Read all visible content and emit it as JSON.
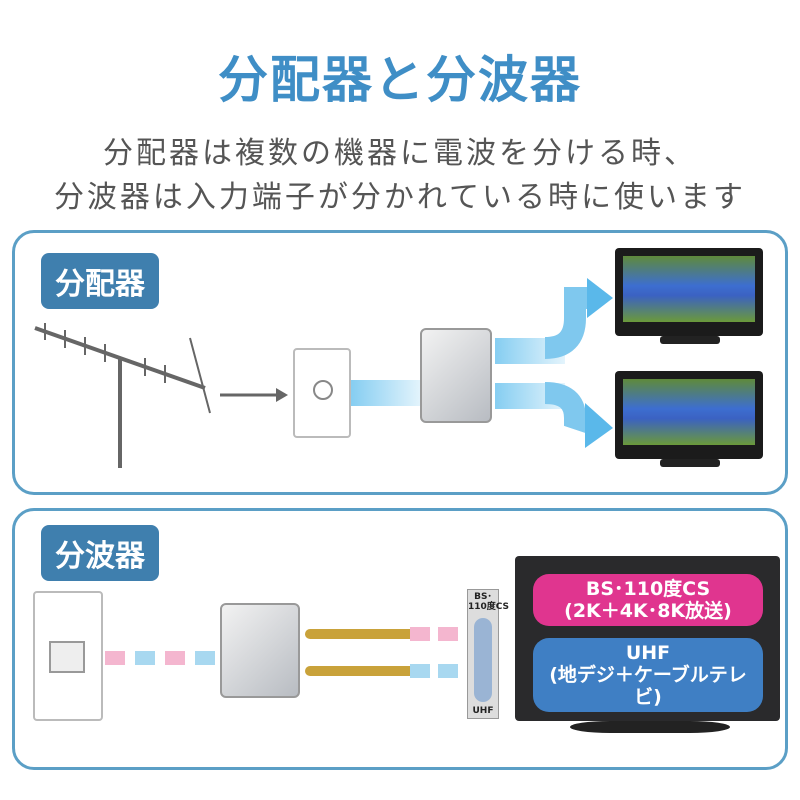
{
  "title": "分配器と分波器",
  "subtitle": [
    "分配器は複数の機器に電波を分ける時、",
    "分波器は入力端子が分かれている時に使います"
  ],
  "sections": [
    {
      "label": "分配器"
    },
    {
      "label": "分波器",
      "tv_badges": [
        {
          "line1": "BS･110度CS",
          "line2": "(2K＋4K･8K放送)",
          "color": "#e0358f"
        },
        {
          "line1": "UHF",
          "line2": "(地デジ＋ケーブルテレビ)",
          "color": "#3f7fc4"
        }
      ],
      "port_labels": {
        "top": "BS･\n110度CS",
        "bottom": "UHF"
      }
    }
  ],
  "colors": {
    "title": "#3f8ec6",
    "panel_border": "#5b9fc6",
    "label_bg": "#3f7fae"
  }
}
